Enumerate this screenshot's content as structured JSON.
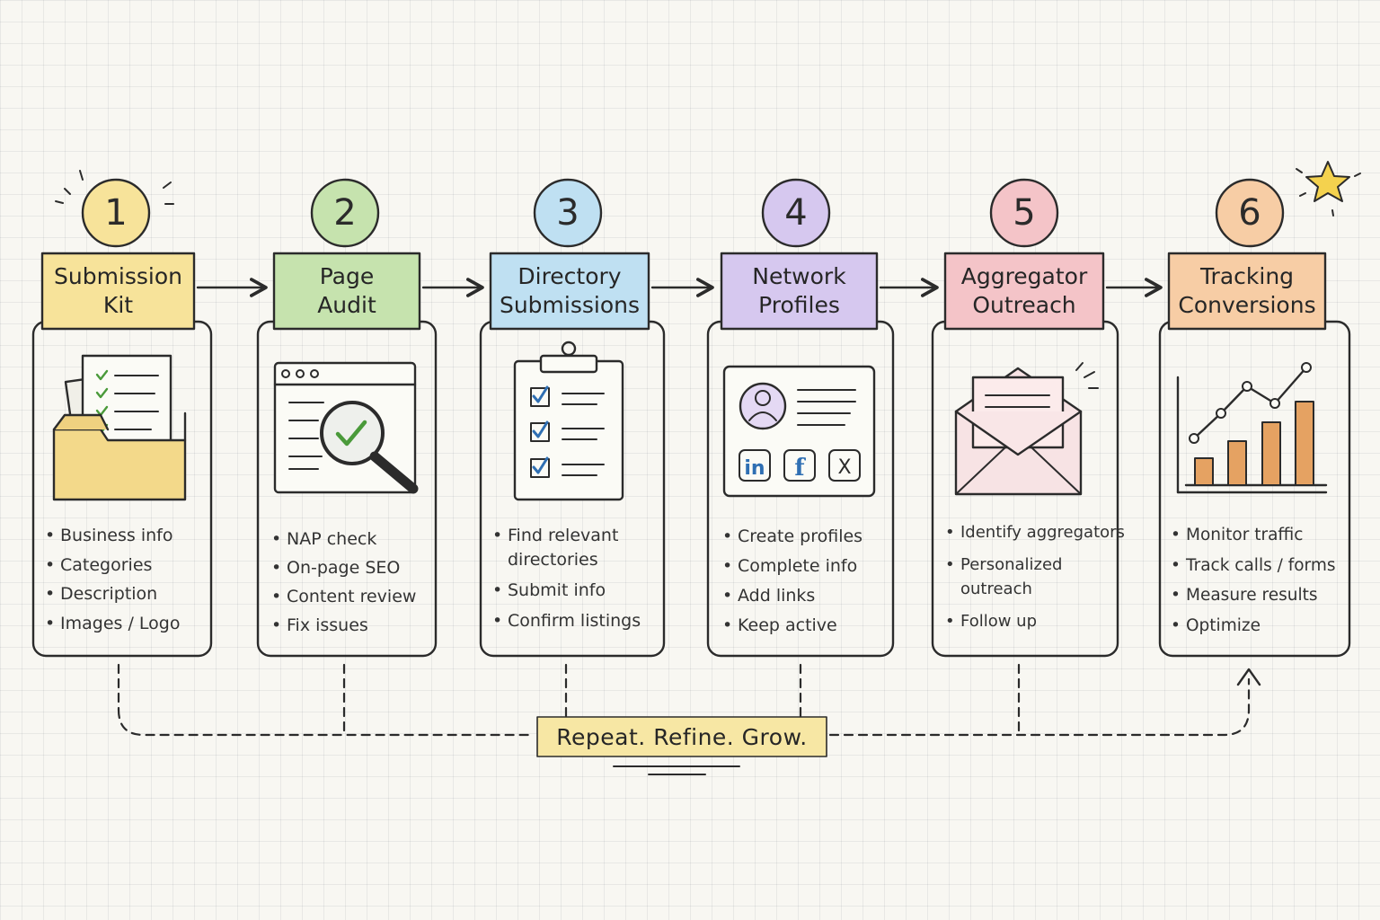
{
  "colors": {
    "ink": "#2b2b2b",
    "step1": "#f7e39a",
    "step2": "#c6e3ae",
    "step3": "#bfe0f2",
    "step4": "#d6c8ef",
    "step5": "#f4c4c8",
    "step6": "#f7cda5",
    "loop_note": "#f7e7a4",
    "star": "#f4d24e"
  },
  "steps": [
    {
      "number": "1",
      "title": "Submission\nKit",
      "icon": "folder-checklist-icon",
      "items": [
        "Business info",
        "Categories",
        "Description",
        "Images / Logo"
      ]
    },
    {
      "number": "2",
      "title": "Page\nAudit",
      "icon": "browser-magnifier-icon",
      "items": [
        "NAP check",
        "On-page SEO",
        "Content review",
        "Fix issues"
      ]
    },
    {
      "number": "3",
      "title": "Directory\nSubmissions",
      "icon": "clipboard-checklist-icon",
      "items": [
        "Find relevant\ndirectories",
        "Submit info",
        "Confirm listings"
      ]
    },
    {
      "number": "4",
      "title": "Network\nProfiles",
      "icon": "profile-card-icon",
      "items": [
        "Create profiles",
        "Complete info",
        "Add links",
        "Keep active"
      ]
    },
    {
      "number": "5",
      "title": "Aggregator\nOutreach",
      "icon": "envelope-letter-icon",
      "items": [
        "Identify aggregators",
        "Personalized\noutreach",
        "Follow up"
      ]
    },
    {
      "number": "6",
      "title": "Tracking\nConversions",
      "icon": "growth-chart-icon",
      "items": [
        "Monitor traffic",
        "Track calls / forms",
        "Measure results",
        "Optimize"
      ]
    }
  ],
  "loop": {
    "text": "Repeat. Refine. Grow."
  },
  "social_icons": {
    "linkedin": "in",
    "facebook": "f",
    "x": "X"
  }
}
